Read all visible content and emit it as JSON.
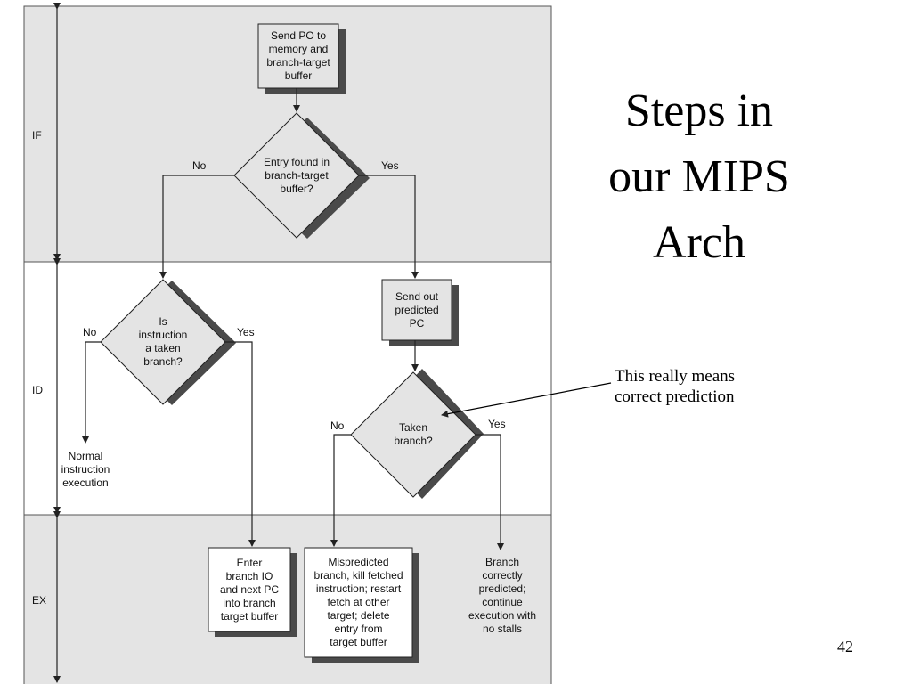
{
  "slide": {
    "title": "Steps in\nour MIPS\nArch",
    "annotation": "This really means\ncorrect prediction",
    "page_number": "42"
  },
  "stages": {
    "if": "IF",
    "id": "ID",
    "ex": "EX"
  },
  "nodes": {
    "send_po": "Send PO to\nmemory and\nbranch-target\nbuffer",
    "entry_found": "Entry found in\nbranch-target\nbuffer?",
    "is_taken": "Is\ninstruction\na taken\nbranch?",
    "send_predicted": "Send out\npredicted\nPC",
    "taken_branch": "Taken\nbranch?",
    "normal_exec": "Normal\ninstruction\nexecution",
    "enter_branch": "Enter\nbranch IO\nand next PC\ninto branch\ntarget buffer",
    "mispredicted": "Mispredicted\nbranch, kill fetched\ninstruction; restart\nfetch at other\ntarget; delete\nentry from\ntarget buffer",
    "correct": "Branch\ncorrectly\npredicted;\ncontinue\nexecution with\nno stalls"
  },
  "edges": {
    "entry_no": "No",
    "entry_yes": "Yes",
    "is_taken_no": "No",
    "is_taken_yes": "Yes",
    "taken_no": "No",
    "taken_yes": "Yes"
  },
  "colors": {
    "band": "#e4e4e4",
    "box": "#e4e4e4",
    "shadow": "#4a4a4a",
    "line": "#222222"
  }
}
